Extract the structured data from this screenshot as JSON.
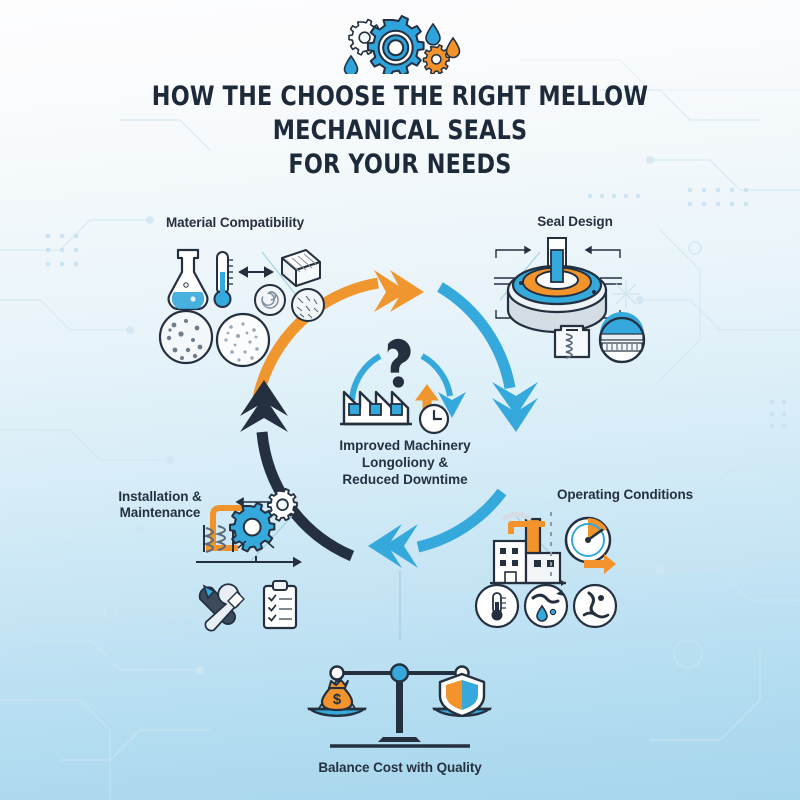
{
  "header": {
    "logo_icon": "gears-water-droplets-icon",
    "title": "HOW THE CHOOSE THE RIGHT MELLOW MECHANICAL SEALS FOR YOUR NEEDS",
    "title_line1": "HOW THE CHOOSE THE RIGHT MELLOW MECHANICAL SEALS",
    "title_line2": "FOR YOUR NEEDS"
  },
  "center": {
    "hub_text": "Improved Machinery\nLongoliony &\nReduced Downtime",
    "icons": [
      "question-mark-icon",
      "factory-icon",
      "up-arrow-icon",
      "clock-icon"
    ]
  },
  "nodes": [
    {
      "id": "material-compatibility",
      "label": "Material Compatibility",
      "icons": [
        "flask-icon",
        "thermometer-icon",
        "double-arrow-icon",
        "metal-block-icon",
        "spiral-sample-icon",
        "texture-sample-icon",
        "dotted-sample-icon",
        "speckled-sample-icon"
      ]
    },
    {
      "id": "seal-design",
      "label": "Seal Design",
      "icons": [
        "mechanical-seal-ring-icon",
        "spring-housing-icon",
        "layered-disc-icon"
      ]
    },
    {
      "id": "operating-conditions",
      "label": "Operating Conditions",
      "icons": [
        "factory-plant-icon",
        "pressure-gauge-icon",
        "orange-arrow-icon",
        "temperature-icon",
        "leak-drip-icon",
        "corrosion-icon"
      ]
    },
    {
      "id": "installation-maintenance",
      "label": "Installation &\nMaintenance",
      "icons": [
        "spring-icon",
        "gears-icon",
        "wrench-screwdriver-icon",
        "checklist-clipboard-icon"
      ]
    },
    {
      "id": "balance-cost-quality",
      "label": "Balance Cost with Quality",
      "icons": [
        "balance-scale-icon",
        "money-bag-icon",
        "shield-icon"
      ]
    }
  ],
  "arcs": [
    {
      "id": "arc-orange",
      "color": "#f0962f",
      "from": "installation-maintenance",
      "to": "material-compatibility"
    },
    {
      "id": "arc-blue-top",
      "color": "#35a8dc",
      "from": "material-compatibility",
      "to": "seal-design"
    },
    {
      "id": "arc-blue-right",
      "color": "#35a8dc",
      "from": "seal-design",
      "to": "operating-conditions"
    },
    {
      "id": "arc-navy",
      "color": "#24303f",
      "from": "operating-conditions",
      "to": "installation-maintenance"
    }
  ],
  "colors": {
    "accent_blue": "#35a8dc",
    "accent_orange": "#f0962f",
    "dark_navy": "#24303f",
    "bg_top": "#fdfdfe",
    "bg_bottom": "#a6d6ed"
  }
}
